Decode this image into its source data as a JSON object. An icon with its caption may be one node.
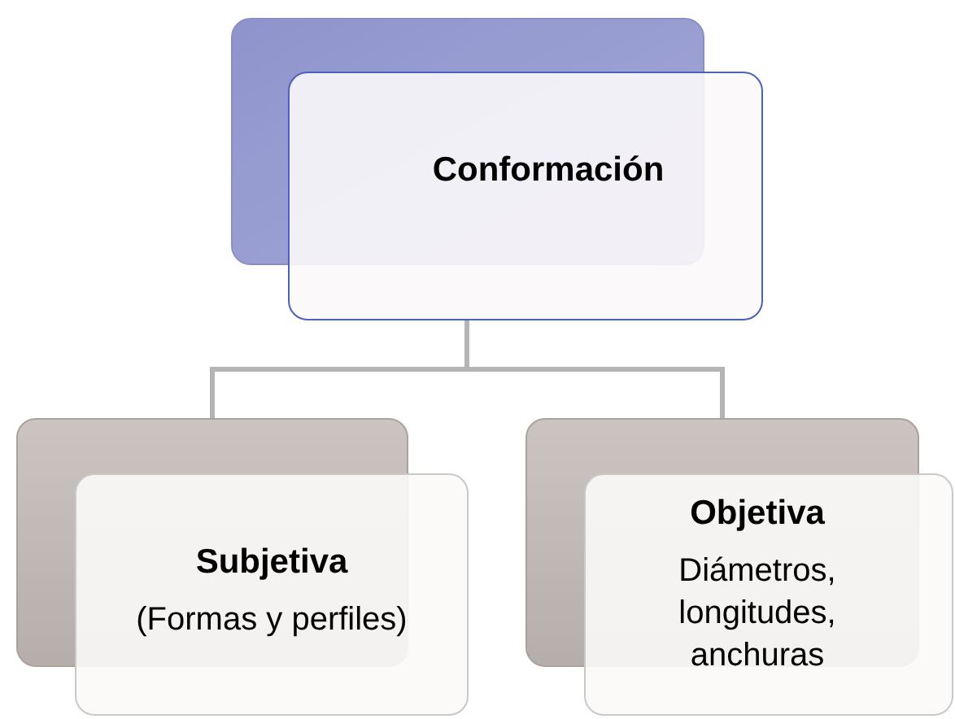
{
  "diagram": {
    "nodes": [
      {
        "text": [
          "Conformación"
        ]
      },
      {
        "text": [
          "Subjetiva",
          "(Formas y perfiles)"
        ]
      },
      {
        "text": [
          "Objetiva",
          "Diámetros, longitudes, anchuras"
        ]
      }
    ],
    "edges": [
      {
        "from": 0,
        "to": 1,
        "arrow": "none"
      },
      {
        "from": 0,
        "to": 2,
        "arrow": "none"
      }
    ]
  }
}
